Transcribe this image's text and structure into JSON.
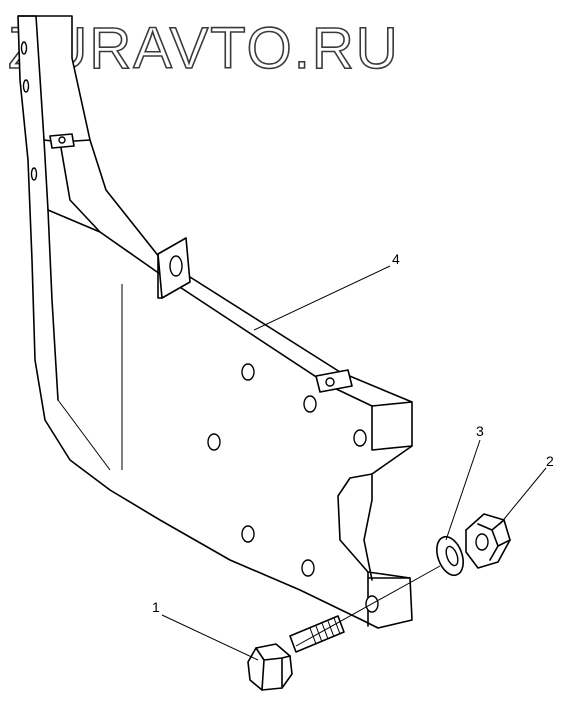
{
  "watermark": "ZURAVTO.RU",
  "callouts": [
    {
      "id": "1",
      "label": "1"
    },
    {
      "id": "2",
      "label": "2"
    },
    {
      "id": "3",
      "label": "3"
    },
    {
      "id": "4",
      "label": "4"
    }
  ]
}
